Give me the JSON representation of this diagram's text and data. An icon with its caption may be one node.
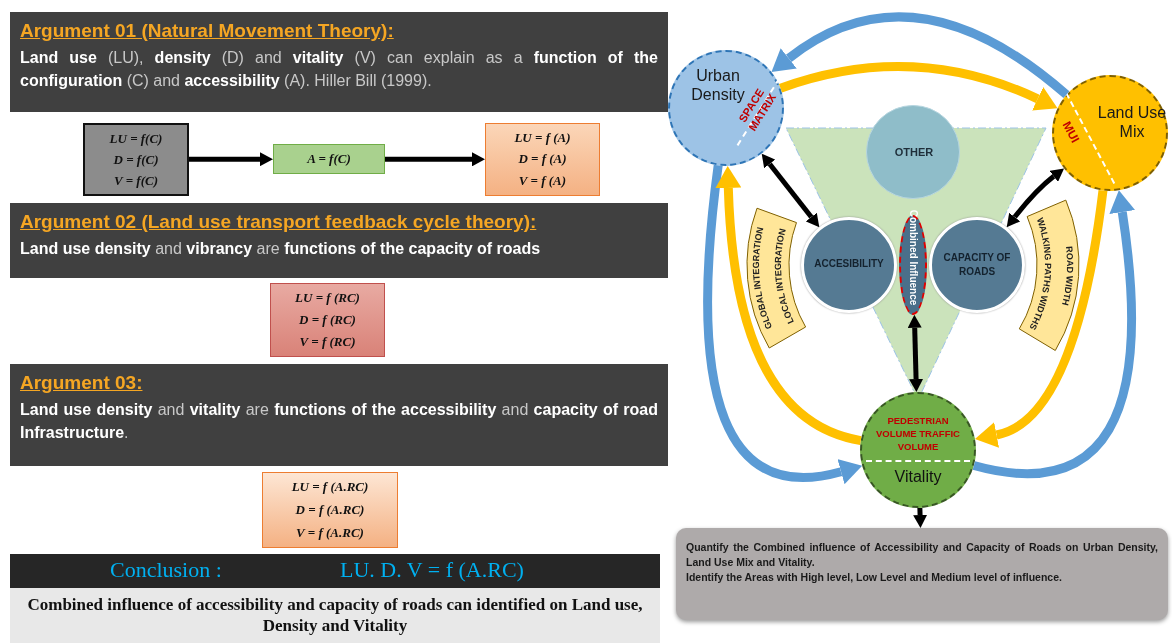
{
  "diagram": {
    "nodes": [
      {
        "text": [
          "Argument 01 (Natural Movement Theory):",
          "**Land use** (LU), **density** (D) and **vitality** (V) can explain as a **function of the configuration** (C) and **accessibility** (A). Hiller Bill (1999)."
        ]
      },
      {
        "text": [
          "LU = f(C)",
          "D = f(C)",
          "V = f(C)"
        ]
      },
      {
        "text": [
          "A = f(C)"
        ]
      },
      {
        "text": [
          "LU = f (A)",
          "D = f (A)",
          "V = f (A)"
        ]
      },
      {
        "text": [
          "Argument 02 (Land use transport feedback cycle theory):",
          "**Land use density** and **vibrancy** are **functions of the capacity of roads**"
        ]
      },
      {
        "text": [
          "LU = f (RC)",
          "D = f (RC)",
          "V = f (RC)"
        ]
      },
      {
        "text": [
          "Argument 03:",
          "**Land use density** and **vitality** are **functions of the accessibility** and **capacity of road Infrastructure**."
        ]
      },
      {
        "text": [
          "LU = f (A.RC)",
          "D = f (A.RC)",
          "V = f (A.RC)"
        ]
      },
      {
        "text": [
          "Conclusion :",
          "LU. D. V = f (A.RC)"
        ]
      },
      {
        "text": [
          "Combined influence of accessibility and capacity of roads can identified on Land use, Density and Vitality"
        ]
      },
      {
        "text": [
          "Urban Density",
          "SPACE MATRIX"
        ]
      },
      {
        "text": [
          "Land Use Mix",
          "MUI"
        ]
      },
      {
        "text": [
          "OTHER"
        ]
      },
      {
        "text": [
          "GLOBAL INTEGRATION",
          "LOCAL INTEGRATION"
        ]
      },
      {
        "text": [
          "WALKING PATHS WIDTHS",
          "ROAD WIDTH"
        ]
      },
      {
        "text": [
          "ACCESIBILITY"
        ]
      },
      {
        "text": [
          "CAPACITY OF ROADS"
        ]
      },
      {
        "text": [
          "Combined Influence"
        ]
      },
      {
        "text": [
          "PEDESTRIAN VOLUME TRAFFIC VOLUME",
          "Vitality"
        ]
      },
      {
        "text": [
          "Quantify the Combined influence of Accessibility and Capacity of Roads on Urban Density, Land Use Mix and Vitality.",
          "Identify the Areas with High level, Low Level and Medium level of influence."
        ]
      }
    ],
    "edges": [
      {
        "from": 1,
        "to": 2,
        "arrow": "to"
      },
      {
        "from": 2,
        "to": 3,
        "arrow": "to"
      },
      {
        "from": 11,
        "to": 10,
        "arrow": "to",
        "style": "thick",
        "color": "#5b9bd5"
      },
      {
        "from": 10,
        "to": 11,
        "arrow": "to",
        "style": "thick",
        "color": "#ffc000"
      },
      {
        "from": 10,
        "to": 15,
        "arrow": "both"
      },
      {
        "from": 11,
        "to": 16,
        "arrow": "both"
      },
      {
        "from": 10,
        "to": 18,
        "arrow": "to",
        "style": "thick",
        "color": "#5b9bd5"
      },
      {
        "from": 18,
        "to": 10,
        "arrow": "to",
        "style": "thick",
        "color": "#ffc000"
      },
      {
        "from": 11,
        "to": 18,
        "arrow": "to",
        "style": "thick",
        "color": "#ffc000"
      },
      {
        "from": 18,
        "to": 11,
        "arrow": "to",
        "style": "thick",
        "color": "#5b9bd5"
      },
      {
        "from": 17,
        "to": 18,
        "arrow": "both"
      },
      {
        "from": 18,
        "to": 19,
        "arrow": "to"
      }
    ]
  }
}
